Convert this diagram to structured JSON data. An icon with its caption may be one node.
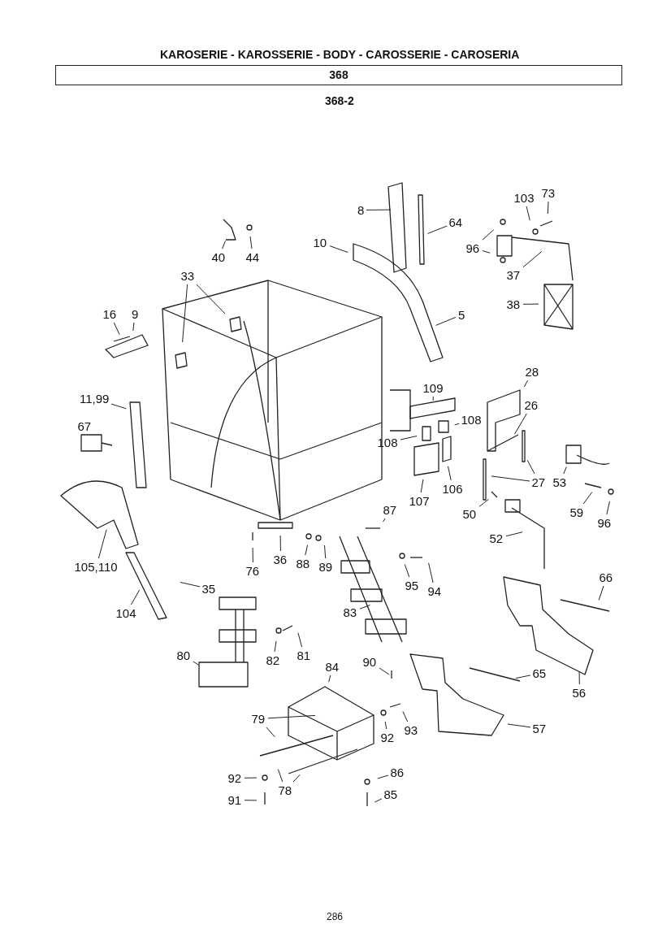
{
  "diagram": {
    "title": "KAROSERIE - KAROSSERIE - BODY - CAROSSERIE - CAROSERIA",
    "nodes": [
      {
        "text": [
          "368"
        ]
      },
      {
        "text": [
          "8"
        ]
      },
      {
        "text": [
          "64"
        ]
      },
      {
        "text": [
          "10"
        ]
      },
      {
        "text": [
          "103"
        ]
      },
      {
        "text": [
          "73"
        ]
      },
      {
        "text": [
          "96"
        ]
      },
      {
        "text": [
          "40"
        ]
      },
      {
        "text": [
          "44"
        ]
      },
      {
        "text": [
          "37"
        ]
      },
      {
        "text": [
          "33"
        ]
      },
      {
        "text": [
          "38"
        ]
      },
      {
        "text": [
          "5"
        ]
      },
      {
        "text": [
          "16"
        ]
      },
      {
        "text": [
          "9"
        ]
      },
      {
        "text": [
          "28"
        ]
      },
      {
        "text": [
          "109"
        ]
      },
      {
        "text": [
          "26"
        ]
      },
      {
        "text": [
          "11,99"
        ]
      },
      {
        "text": [
          "108"
        ]
      },
      {
        "text": [
          "108"
        ]
      },
      {
        "text": [
          "67"
        ]
      },
      {
        "text": [
          "27"
        ]
      },
      {
        "text": [
          "53"
        ]
      },
      {
        "text": [
          "107"
        ]
      },
      {
        "text": [
          "106"
        ]
      },
      {
        "text": [
          "50"
        ]
      },
      {
        "text": [
          "59"
        ]
      },
      {
        "text": [
          "96"
        ]
      },
      {
        "text": [
          "87"
        ]
      },
      {
        "text": [
          "52"
        ]
      },
      {
        "text": [
          "76"
        ]
      },
      {
        "text": [
          "36"
        ]
      },
      {
        "text": [
          "88"
        ]
      },
      {
        "text": [
          "89"
        ]
      },
      {
        "text": [
          "95"
        ]
      },
      {
        "text": [
          "94"
        ]
      },
      {
        "text": [
          "105,110"
        ]
      },
      {
        "text": [
          "66"
        ]
      },
      {
        "text": [
          "35"
        ]
      },
      {
        "text": [
          "104"
        ]
      },
      {
        "text": [
          "83"
        ]
      },
      {
        "text": [
          "81"
        ]
      },
      {
        "text": [
          "82"
        ]
      },
      {
        "text": [
          "80"
        ]
      },
      {
        "text": [
          "56"
        ]
      },
      {
        "text": [
          "65"
        ]
      },
      {
        "text": [
          "84"
        ]
      },
      {
        "text": [
          "90"
        ]
      },
      {
        "text": [
          "79"
        ]
      },
      {
        "text": [
          "92"
        ]
      },
      {
        "text": [
          "93"
        ]
      },
      {
        "text": [
          "57"
        ]
      },
      {
        "text": [
          "92"
        ]
      },
      {
        "text": [
          "78"
        ]
      },
      {
        "text": [
          "86"
        ]
      },
      {
        "text": [
          "91"
        ]
      },
      {
        "text": [
          "85"
        ]
      }
    ],
    "edges": [
      {
        "from": 1,
        "to": null,
        "arrow": "none"
      },
      {
        "from": 2,
        "to": null,
        "arrow": "none"
      },
      {
        "from": 3,
        "to": null,
        "arrow": "none"
      },
      {
        "from": 4,
        "to": null,
        "arrow": "none"
      },
      {
        "from": 5,
        "to": null,
        "arrow": "none"
      },
      {
        "from": 6,
        "to": null,
        "arrow": "none"
      },
      {
        "from": 6,
        "to": null,
        "arrow": "none"
      },
      {
        "from": 7,
        "to": null,
        "arrow": "none"
      },
      {
        "from": 8,
        "to": null,
        "arrow": "none"
      },
      {
        "from": 9,
        "to": null,
        "arrow": "none"
      },
      {
        "from": 10,
        "to": null,
        "arrow": "none"
      },
      {
        "from": 10,
        "to": null,
        "arrow": "none"
      },
      {
        "from": 11,
        "to": null,
        "arrow": "none"
      },
      {
        "from": 12,
        "to": null,
        "arrow": "none"
      },
      {
        "from": 13,
        "to": null,
        "arrow": "none"
      },
      {
        "from": 14,
        "to": null,
        "arrow": "none"
      },
      {
        "from": 15,
        "to": null,
        "arrow": "none"
      },
      {
        "from": 16,
        "to": null,
        "arrow": "none"
      },
      {
        "from": 17,
        "to": null,
        "arrow": "none"
      },
      {
        "from": 18,
        "to": null,
        "arrow": "none"
      },
      {
        "from": 19,
        "to": null,
        "arrow": "none"
      },
      {
        "from": 20,
        "to": null,
        "arrow": "none"
      },
      {
        "from": 21,
        "to": null,
        "arrow": "none"
      },
      {
        "from": 22,
        "to": null,
        "arrow": "none"
      },
      {
        "from": 22,
        "to": null,
        "arrow": "none"
      },
      {
        "from": 23,
        "to": null,
        "arrow": "none"
      },
      {
        "from": 24,
        "to": null,
        "arrow": "none"
      },
      {
        "from": 25,
        "to": null,
        "arrow": "none"
      },
      {
        "from": 26,
        "to": null,
        "arrow": "none"
      },
      {
        "from": 27,
        "to": null,
        "arrow": "none"
      },
      {
        "from": 28,
        "to": null,
        "arrow": "none"
      },
      {
        "from": 29,
        "to": null,
        "arrow": "none"
      },
      {
        "from": 30,
        "to": null,
        "arrow": "none"
      },
      {
        "from": 31,
        "to": null,
        "arrow": "none"
      },
      {
        "from": 32,
        "to": null,
        "arrow": "none"
      },
      {
        "from": 33,
        "to": null,
        "arrow": "none"
      },
      {
        "from": 34,
        "to": null,
        "arrow": "none"
      },
      {
        "from": 35,
        "to": null,
        "arrow": "none"
      },
      {
        "from": 36,
        "to": null,
        "arrow": "none"
      },
      {
        "from": 37,
        "to": null,
        "arrow": "none"
      },
      {
        "from": 38,
        "to": null,
        "arrow": "none"
      },
      {
        "from": 39,
        "to": null,
        "arrow": "none"
      },
      {
        "from": 40,
        "to": null,
        "arrow": "none"
      },
      {
        "from": 41,
        "to": null,
        "arrow": "none"
      },
      {
        "from": 42,
        "to": null,
        "arrow": "none"
      },
      {
        "from": 43,
        "to": null,
        "arrow": "none"
      },
      {
        "from": 44,
        "to": null,
        "arrow": "none"
      },
      {
        "from": 45,
        "to": null,
        "arrow": "none"
      },
      {
        "from": 46,
        "to": null,
        "arrow": "none"
      },
      {
        "from": 47,
        "to": null,
        "arrow": "none"
      },
      {
        "from": 48,
        "to": null,
        "arrow": "none"
      },
      {
        "from": 49,
        "to": null,
        "arrow": "none"
      },
      {
        "from": 49,
        "to": null,
        "arrow": "none"
      },
      {
        "from": 50,
        "to": null,
        "arrow": "none"
      },
      {
        "from": 51,
        "to": null,
        "arrow": "none"
      },
      {
        "from": 52,
        "to": null,
        "arrow": "none"
      },
      {
        "from": 53,
        "to": null,
        "arrow": "none"
      },
      {
        "from": 54,
        "to": null,
        "arrow": "none"
      },
      {
        "from": 54,
        "to": null,
        "arrow": "none"
      },
      {
        "from": 55,
        "to": null,
        "arrow": "none"
      },
      {
        "from": 56,
        "to": null,
        "arrow": "none"
      },
      {
        "from": 57,
        "to": null,
        "arrow": "none"
      }
    ],
    "labels": [
      "368-2",
      "286"
    ]
  }
}
